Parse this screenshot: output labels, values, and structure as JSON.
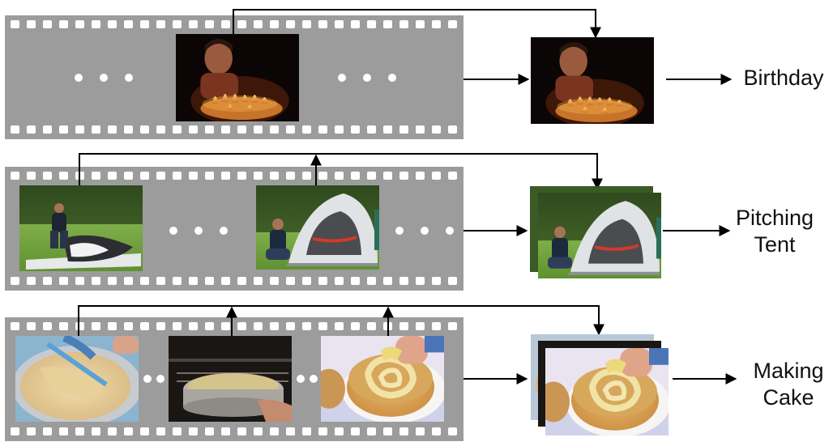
{
  "rows": [
    {
      "id": "birthday",
      "label_lines": [
        "Birthday"
      ],
      "frames": [
        "birthday-party-frame"
      ],
      "keyframe_count": 1
    },
    {
      "id": "pitching-tent",
      "label_lines": [
        "Pitching",
        "Tent"
      ],
      "frames": [
        "man-unfolding-tent-frame",
        "man-beside-tent-frame"
      ],
      "keyframe_count": 2
    },
    {
      "id": "making-cake",
      "label_lines": [
        "Making",
        "Cake"
      ],
      "frames": [
        "mixing-batter-frame",
        "cake-in-oven-frame",
        "frosting-cake-frame"
      ],
      "keyframe_count": 3
    }
  ],
  "colors": {
    "film_strip": "#9c9c9c",
    "sprocket_hole": "#ffffff",
    "arrow": "#000000",
    "ellipsis_dots": "#ffffff"
  }
}
